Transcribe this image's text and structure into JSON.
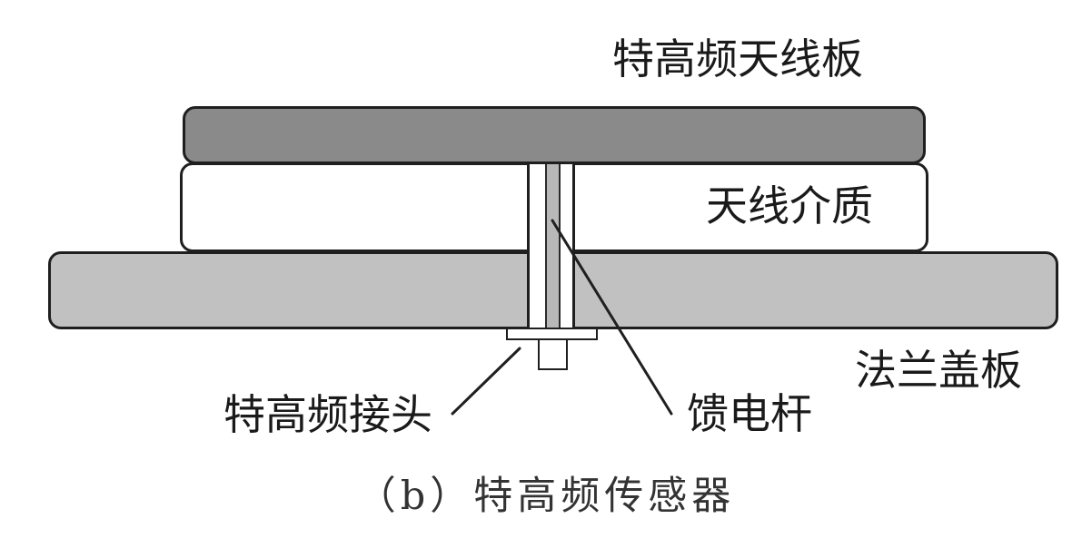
{
  "figure": {
    "caption": "（b）特高频传感器",
    "labels": {
      "antenna_board": "特高频天线板",
      "dielectric": "天线介质",
      "flange": "法兰盖板",
      "connector": "特高频接头",
      "feed_rod": "馈电杆"
    },
    "colors": {
      "antenna_board_fill": "#8a8a8a",
      "dielectric_fill": "#ffffff",
      "flange_fill": "#c1c1c1",
      "feed_rod_fill": "#b8b8b8",
      "outline": "#1f1f1f",
      "text": "#1a1a1a"
    }
  }
}
